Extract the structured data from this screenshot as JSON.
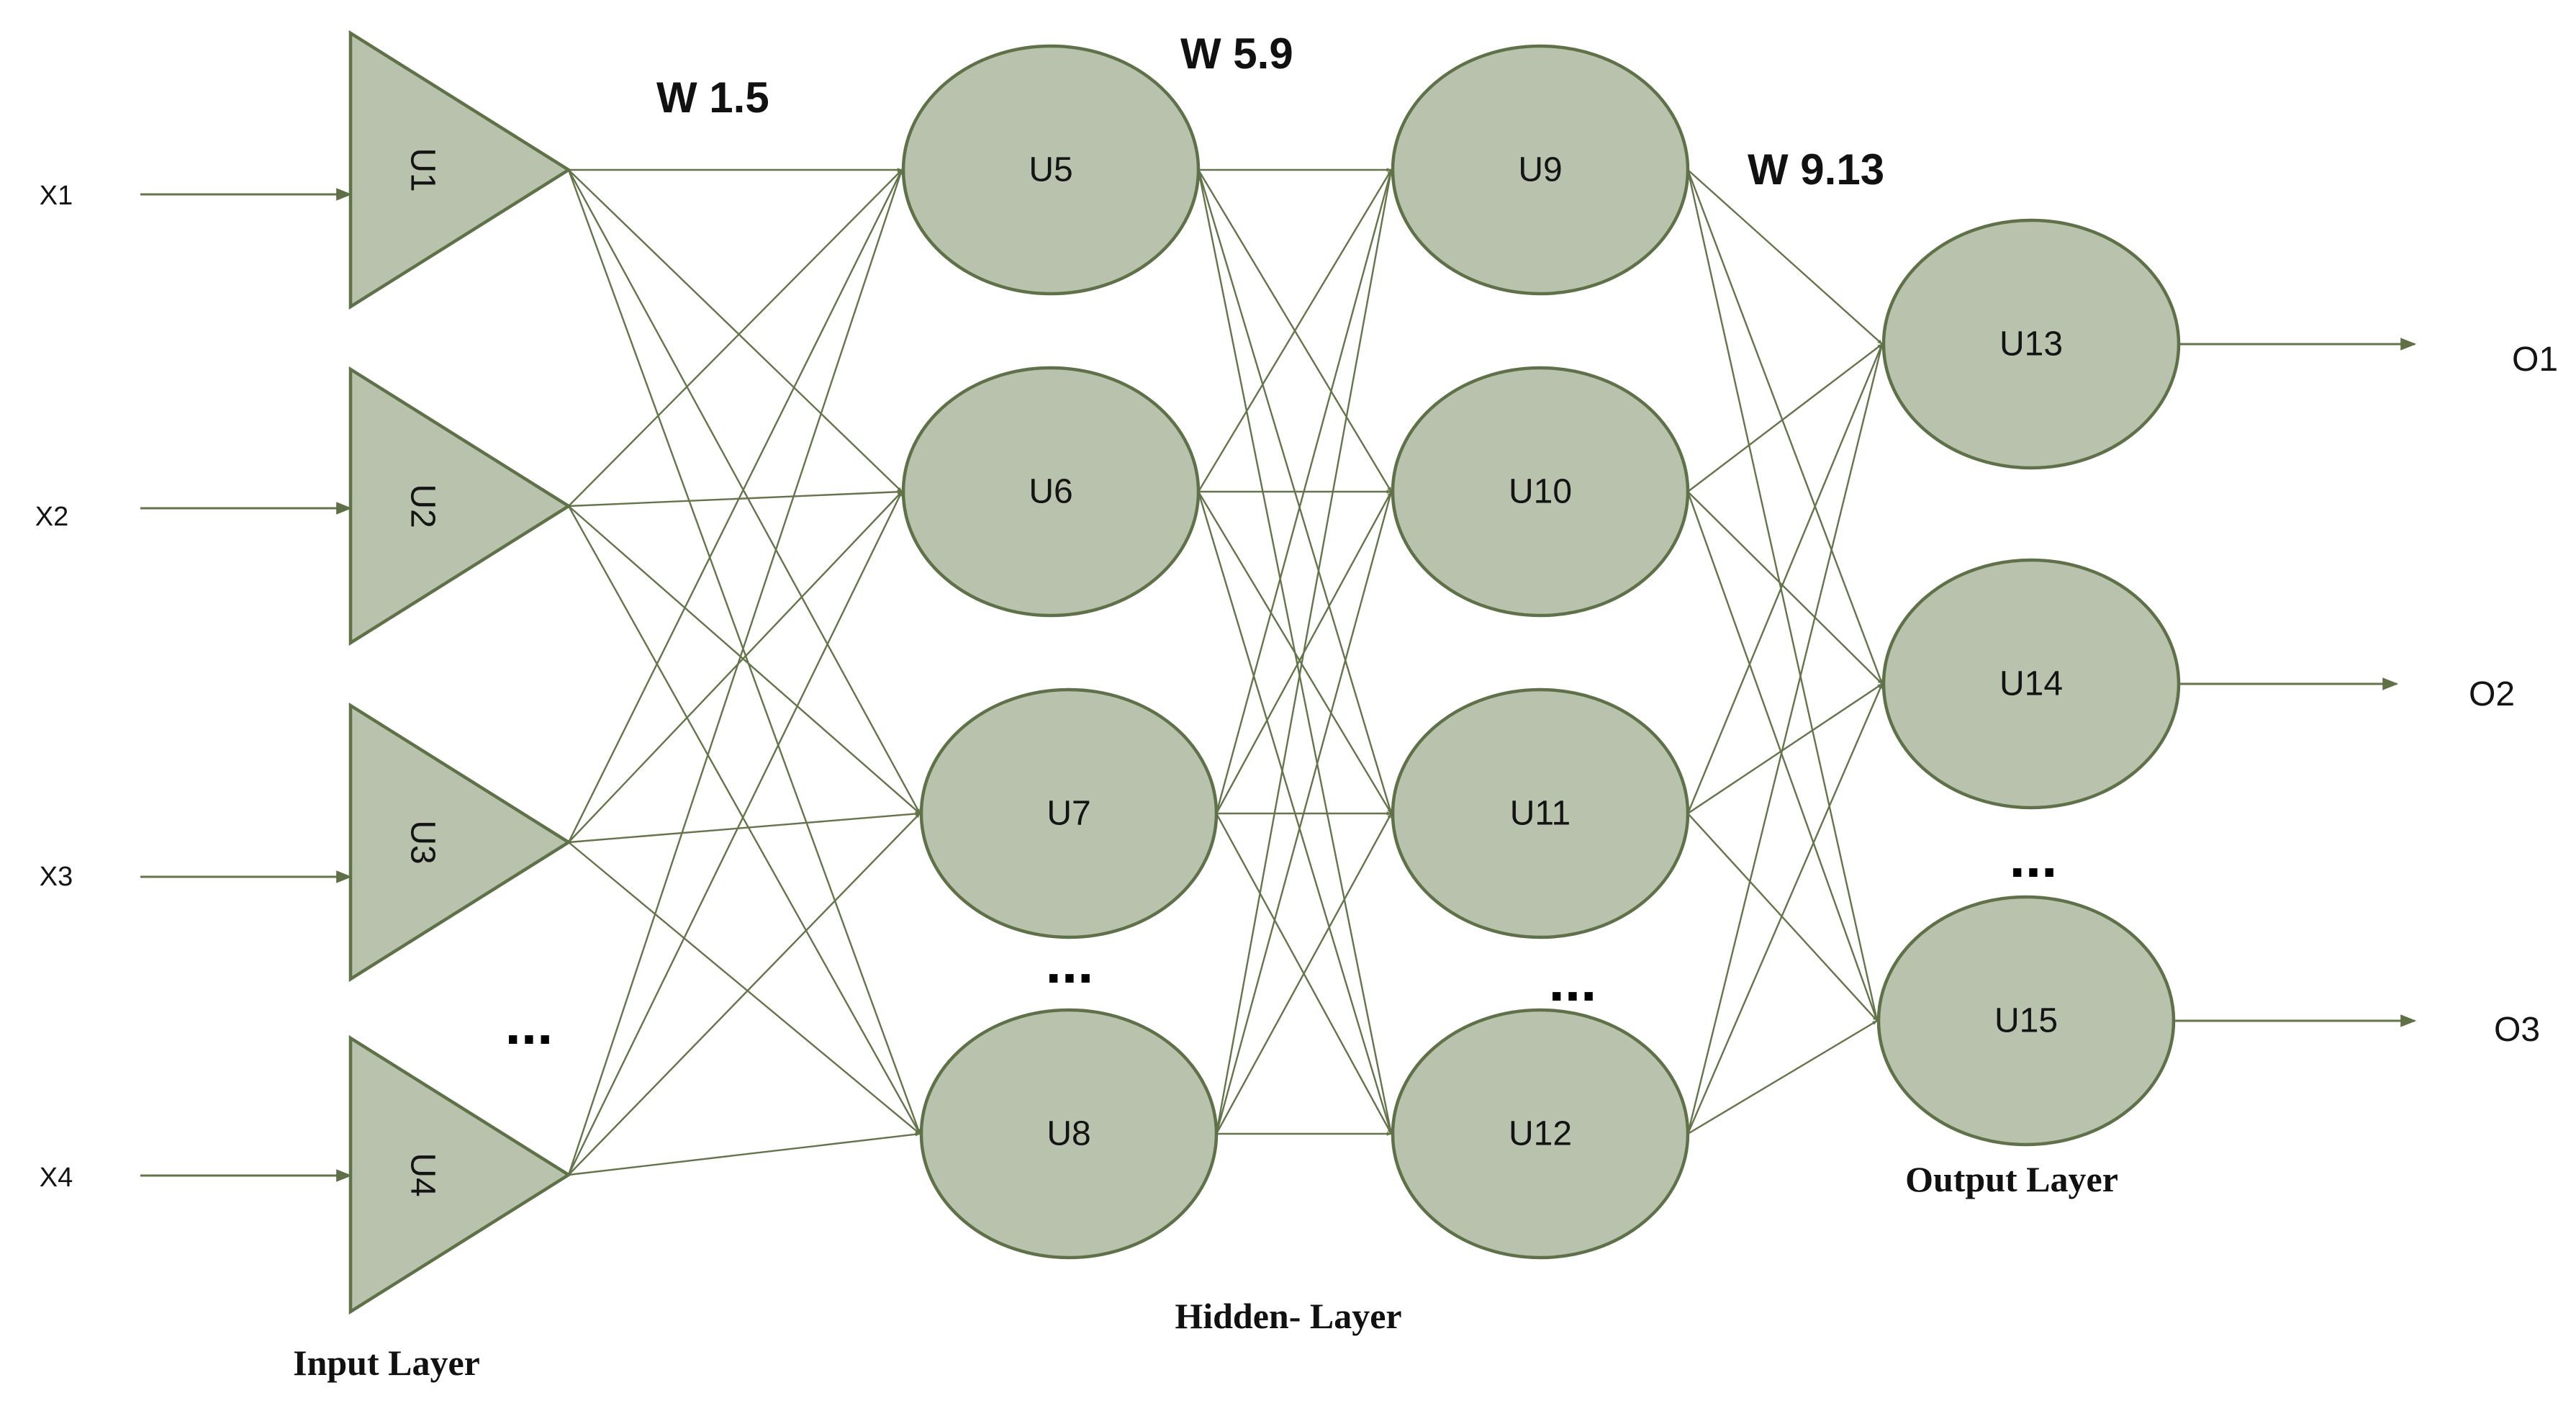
{
  "inputs": [
    "X1",
    "X2",
    "X3",
    "X4"
  ],
  "input_layer": {
    "nodes": [
      "U1",
      "U2",
      "U3",
      "U4"
    ],
    "label": "Input Layer"
  },
  "hidden_layer": {
    "layer1": [
      "U5",
      "U6",
      "U7",
      "U8"
    ],
    "layer2": [
      "U9",
      "U10",
      "U11",
      "U12"
    ],
    "label": "Hidden- Layer"
  },
  "output_layer": {
    "nodes": [
      "U13",
      "U14",
      "U15"
    ],
    "label": "Output Layer"
  },
  "outputs": [
    "O1",
    "O2",
    "O3"
  ],
  "weights": [
    "W 1.5",
    "W 5.9",
    "W 9.13"
  ],
  "ellipsis": "...",
  "colors": {
    "node_fill": "#b8c2ad",
    "node_stroke": "#5f7148",
    "edge": "#64744b"
  }
}
